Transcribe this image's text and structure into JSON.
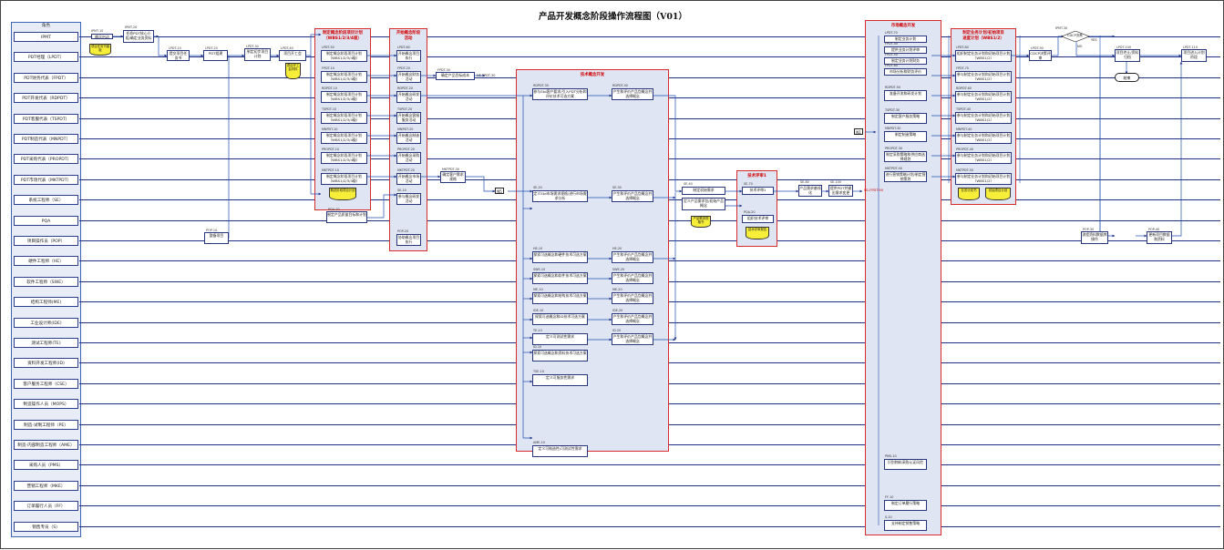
{
  "title": "产品开发概念阶段操作流程图（V01）",
  "roles_header": "角色",
  "roles": [
    "IPMT",
    "PDT经理（LPDT）",
    "PDT财务代表（FPDT）",
    "PDT开发代表（RDPDT）",
    "PDT客服代表（TSPDT）",
    "PDT制造代表（MNPDT）",
    "PDT采购代表（PROPDT）",
    "PDT市场代表（MKTPDT）",
    "系统工程师（SE）",
    "PQA",
    "项目操作员（POP）",
    "硬件工程师（HE）",
    "软件工程师（SWE）",
    "结构工程师(ME)",
    "工业设计师(IDE)",
    "测试工程师(TE)",
    "资料开发工程师(ID)",
    "客户服务工程师（CSE）",
    "制造操作人员（MOPS）",
    "制造-试制工程师（PE）",
    "制造-内部制造工程师（AME）",
    "采购人员（PMS）",
    "营销工程师（MKE）",
    "订单履行人员（FF）",
    "销售专员（S）"
  ],
  "phases": {
    "plan": {
      "title": "制定概念阶段项目计划",
      "subtitle": "（WBS1/2/3/4级）"
    },
    "start": {
      "title": "开始概念阶段",
      "subtitle": "活动"
    },
    "tech": {
      "title": "技术概念开发"
    },
    "tr": {
      "title": "技术评审1"
    },
    "biz": {
      "title": "市场概念开发"
    },
    "bp": {
      "title": "制定业务计划/初始项目",
      "subtitle": "进度计划（WBS1/2）"
    }
  },
  "start": {
    "code": "IPMT-10",
    "label": "概念启动"
  },
  "ipmt20": {
    "code": "IPMT-20",
    "label": "任命PDT核心小组/确定业务资料"
  },
  "charter_doc": "项目任务书模板",
  "lpdt10": {
    "code": "LPDT-10",
    "label": "提交项目任务书"
  },
  "lpdt20": {
    "code": "LPDT-20",
    "label": "PDT组建"
  },
  "lpdt30": {
    "code": "LPDT-30",
    "label": "制定初步项目计划"
  },
  "lpdt40": {
    "code": "LPDT-40",
    "label": "项目开工会"
  },
  "lpdt_doc": "项目开工会材料",
  "pop10": {
    "code": "POP-10",
    "label": "整备项目"
  },
  "plan_boxes": [
    {
      "code": "LPDT-50",
      "label": "制定概念阶段项目计划（WBS1/2/3/4级）"
    },
    {
      "code": "FPDT-10",
      "label": "制定概念阶段项目计划（WBS1/2/3/4级）"
    },
    {
      "code": "RDPDT-10",
      "label": "制定概念阶段项目计划（WBS1/2/3/4级）"
    },
    {
      "code": "TSPDT-10",
      "label": "制定概念阶段项目计划（WBS1/2/3/4级）"
    },
    {
      "code": "MNPDT-10",
      "label": "制定概念阶段项目计划（WBS1/2/3/4级）"
    },
    {
      "code": "PROPDT-10",
      "label": "制定概念阶段项目计划（WBS1/2/3/4级）"
    },
    {
      "code": "MKTPDT-10",
      "label": "制定概念阶段项目计划（WBS1/2/3/4级）"
    }
  ],
  "plan_doc": "概念阶段项目计划",
  "pqa10": {
    "code": "PQA-10",
    "label": "制定产品质量目标和计划"
  },
  "start_boxes": [
    {
      "code": "LPDT-60",
      "label": "开始概念项目执行"
    },
    {
      "code": "FPDT-20",
      "label": "开始概念财务活动"
    },
    {
      "code": "RDPDT-20",
      "label": "开始概念研发活动"
    },
    {
      "code": "TSPDT-20",
      "label": "开始概念客服服务活动"
    },
    {
      "code": "MNPDT-20",
      "label": "开始概念制造活动"
    },
    {
      "code": "PROPDT-20",
      "label": "开始概念采购活动"
    },
    {
      "code": "MKTPDT-20",
      "label": "开始概念市场活动"
    },
    {
      "code": "SE-10",
      "label": "参与概念研发活动"
    },
    {
      "code": "POP-20",
      "label": "协助概念项目执行"
    }
  ],
  "fpdt30": {
    "code": "FPDT-30",
    "label": "确定产品目标成本"
  },
  "fpdt_link": "N5-FPDT-30",
  "mkt30": {
    "code": "MKTPDT-30",
    "label": "确定客户需求规格"
  },
  "tech_left": [
    {
      "code": "RDPDT-30",
      "label": "参与Std客户要求/引入PDT分析和评价技术可选方案"
    },
    {
      "code": "SE-20",
      "label": "定义Std市场需求规格/进行市场需求分析"
    },
    {
      "code": "HE-10",
      "label": "探索可选概念和硬件技术可选方案"
    },
    {
      "code": "SWE-10",
      "label": "探索可选概念和软件技术可选方案"
    },
    {
      "code": "ME-10",
      "label": "探索可选概念和结构技术可选方案"
    },
    {
      "code": "IDE-10",
      "label": "探索可选概念和ID技术可选方案"
    },
    {
      "code": "TE-10",
      "label": "定义可测试性需求"
    },
    {
      "code": "ID-10",
      "label": "探索可选概念和资料技术可选方案"
    },
    {
      "code": "TSE-10",
      "label": "定义可服务性需求"
    },
    {
      "code": "AME-10",
      "label": "定义可制造性/可测试性需求"
    }
  ],
  "tech_right": [
    {
      "code": "RDPDT-40",
      "label": "产生和评价产品包概念并选择概念"
    },
    {
      "code": "SE-30",
      "label": "产生和评价产品包概念并选择概念"
    },
    {
      "code": "HE-20",
      "label": "产生和评价产品包概念并选择概念"
    },
    {
      "code": "SWE-20",
      "label": "产生和评价产品包概念并选择概念"
    },
    {
      "code": "ME-20",
      "label": "产生和评价产品包概念并选择概念"
    },
    {
      "code": "IDE-20",
      "label": "产生和评价产品包概念并选择概念"
    },
    {
      "code": "ID-20",
      "label": "产生和评价产品包概念并选择概念"
    }
  ],
  "se40": {
    "code": "SE-40",
    "label": "制定初始需求"
  },
  "se50": {
    "code": "SE-50",
    "label": "定义产品需求包/初始产品概念"
  },
  "se_doc": "产品需求规格书",
  "tr_box1": {
    "code": "SE-70",
    "label": "技术评审1"
  },
  "tr_box2": {
    "code": "PQA-20",
    "label": "组织技术评审"
  },
  "tr_doc": "技术评审报告",
  "se80": {
    "code": "SE-80",
    "label": "产品需求基线化"
  },
  "se100": {
    "code": "SE-100",
    "label": "提供PDT并输出需求变更"
  },
  "n5": "N5",
  "n1": "N1",
  "red_note": "N1-FPDT-90",
  "biz_boxes": [
    {
      "code": "LPDT-70",
      "label": "制定业务计划"
    },
    {
      "code": "FPDT-40",
      "label": "提供业务计划评审"
    },
    {
      "code": "FPDT-50",
      "label": "制定业务计划财务"
    },
    {
      "code": "FPDT-60",
      "label": "市场分析和财务评价"
    },
    {
      "code": "RDPDT-50",
      "label": "准备开发和研发计划"
    },
    {
      "code": "TSPDT-30",
      "label": "制定客户服务策略"
    },
    {
      "code": "MNPDT-30",
      "label": "制定制造策略"
    },
    {
      "code": "PROPDT-30",
      "label": "制定采购策略和供应商选择规划"
    },
    {
      "code": "MKTPDT-40",
      "label": "进行营销策略计划/制定营销策划"
    },
    {
      "code": "PMS-10",
      "label": "识别物料采购认证风险"
    },
    {
      "code": "FF-10",
      "label": "制定订单履行策略"
    },
    {
      "code": "S-10",
      "label": "支持制定销售策略"
    }
  ],
  "bp_boxes": [
    {
      "code": "LPDT-80",
      "label": "组织制定业务计划和初始项目计划（WBS1/2）"
    },
    {
      "code": "FPDT-70",
      "label": "参与制定业务计划和初始项目计划（WBS1/2）"
    },
    {
      "code": "RDPDT-60",
      "label": "参与制定业务计划和初始项目计划（WBS1/2）"
    },
    {
      "code": "TSPDT-40",
      "label": "参与制定业务计划和初始项目计划（WBS1/2）"
    },
    {
      "code": "MNPDT-40",
      "label": "参与制定业务计划和初始项目计划（WBS1/2）"
    },
    {
      "code": "PROPDT-40",
      "label": "参与制定业务计划和初始项目计划（WBS1/2）"
    },
    {
      "code": "MKTPDT-50",
      "label": "参与制定业务计划和初始项目计划（WBS1/2）"
    }
  ],
  "bp_doc1": "业务计划书",
  "bp_doc2": "初始项目计划",
  "lpdt90": {
    "code": "LPDT-90",
    "label": "CDCP决策评审"
  },
  "cdcp": {
    "code": "IPMT-30",
    "label": "CDCP决策"
  },
  "yes": "YES",
  "no": "NO",
  "lpdt100": {
    "code": "LPDT-100",
    "label": "项目终止/资料归档"
  },
  "end_label": "结束",
  "lpdt110": {
    "code": "LPDT-110",
    "label": "项目进入计划阶段"
  },
  "pop30": {
    "code": "POP-30",
    "label": "流程资料数据库操作"
  },
  "pop40": {
    "code": "POP-40",
    "label": "更新项目数据和资料"
  }
}
